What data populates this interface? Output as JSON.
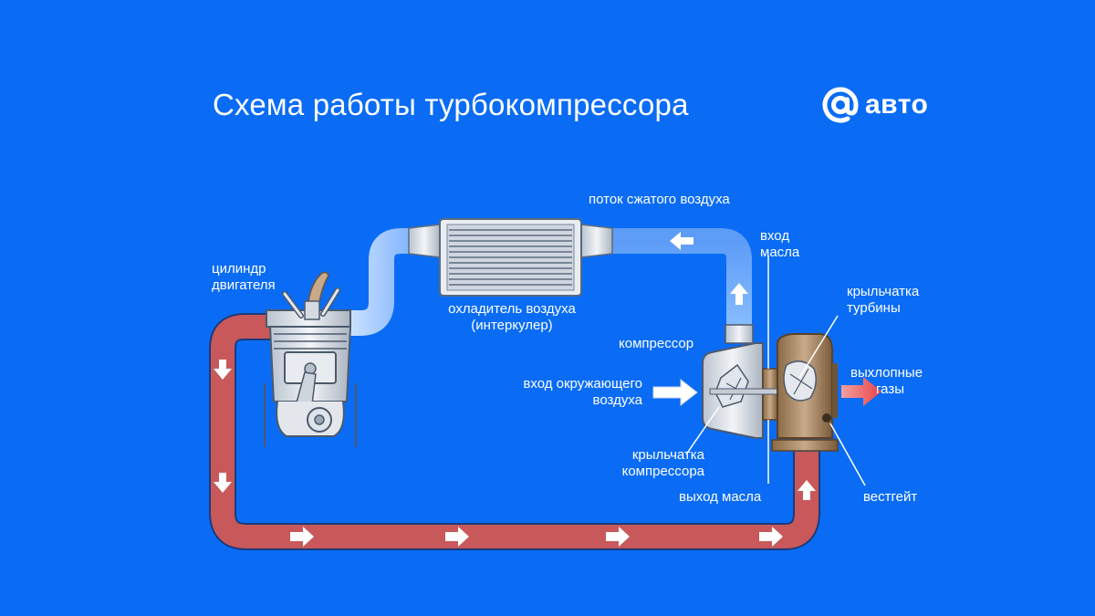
{
  "title": "Схема работы турбокомпрессора",
  "logo": {
    "text": "авто",
    "icon": "at-sign-icon"
  },
  "labels": {
    "cylinder": "цилиндр двигателя",
    "intercooler_line1": "охладитель воздуха",
    "intercooler_line2": "(интеркулер)",
    "compressed_flow": "поток сжатого воздуха",
    "oil_in_line1": "вход",
    "oil_in_line2": "масла",
    "turbine_wheel_line1": "крыльчатка",
    "turbine_wheel_line2": "турбины",
    "compressor": "компрессор",
    "ambient_air_line1": "вход окружающего",
    "ambient_air_line2": "воздуха",
    "exhaust_line1": "выхлопные",
    "exhaust_line2": "газы",
    "compressor_wheel_line1": "крыльчатка",
    "compressor_wheel_line2": "компрессора",
    "oil_out": "выход масла",
    "wastegate": "вестгейт"
  },
  "colors": {
    "background": "#0a6cf5",
    "exhaust_pipe": "#c9585a",
    "air_pipe": "#7db6ff",
    "text": "#ffffff"
  }
}
